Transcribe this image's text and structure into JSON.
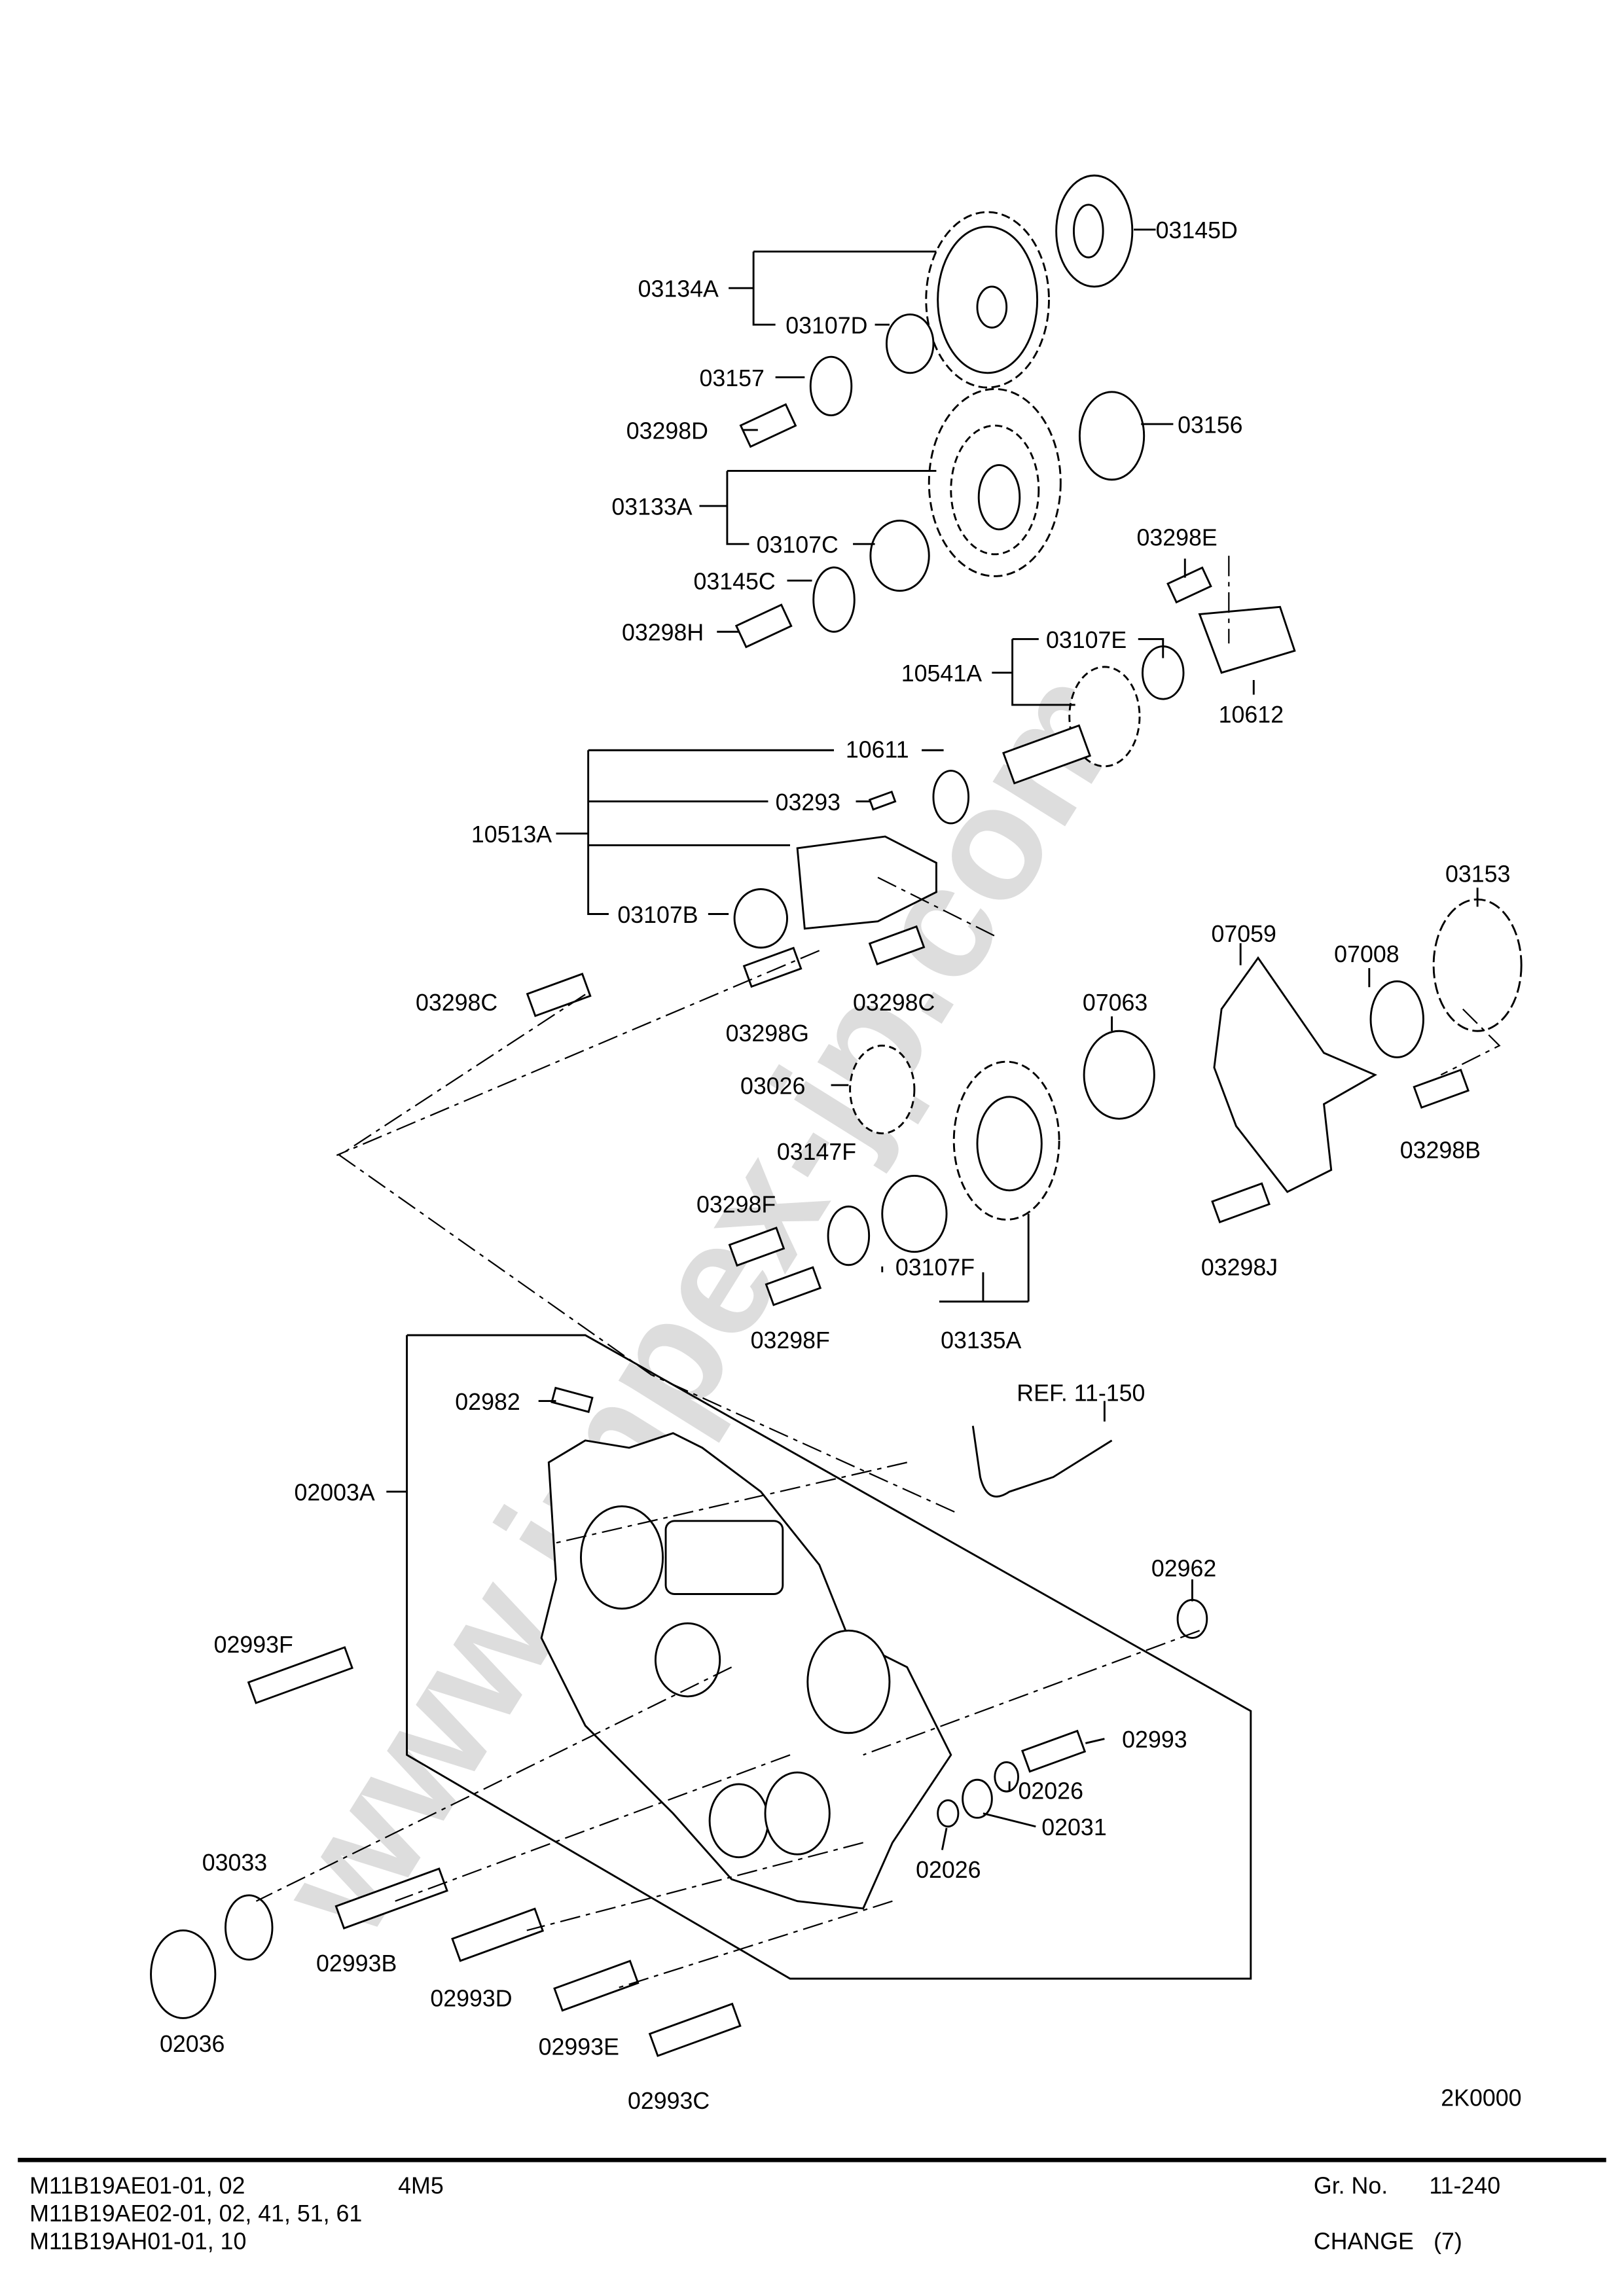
{
  "watermark": "www.impex-jp.com",
  "drawing_code": "2K0000",
  "labels": [
    "03145D",
    "03134A",
    "03107D",
    "03157",
    "03298D",
    "03156",
    "03133A",
    "03107C",
    "03145C",
    "03298E",
    "03298H",
    "03107E",
    "10541A",
    "10612",
    "10611",
    "03293",
    "10513A",
    "03107B",
    "03153",
    "07059",
    "07008",
    "03298C",
    "03298G",
    "03298C",
    "07063",
    "03026",
    "03147F",
    "03298F",
    "03298B",
    "03107F",
    "03298J",
    "03298F",
    "03135A",
    "02982",
    "REF. 11-150",
    "02003A",
    "02962",
    "02993F",
    "02993",
    "02026",
    "02031",
    "02026",
    "03033",
    "02993B",
    "02993D",
    "02993E",
    "02036",
    "02993C"
  ],
  "footer": {
    "models": [
      "M11B19AE01-01, 02",
      "M11B19AE02-01, 02, 41, 51, 61",
      "M11B19AH01-01, 10"
    ],
    "engine": "4M5",
    "group_label": "Gr. No.",
    "group_value": "11-240",
    "change_label": "CHANGE",
    "change_value": "(7)"
  }
}
